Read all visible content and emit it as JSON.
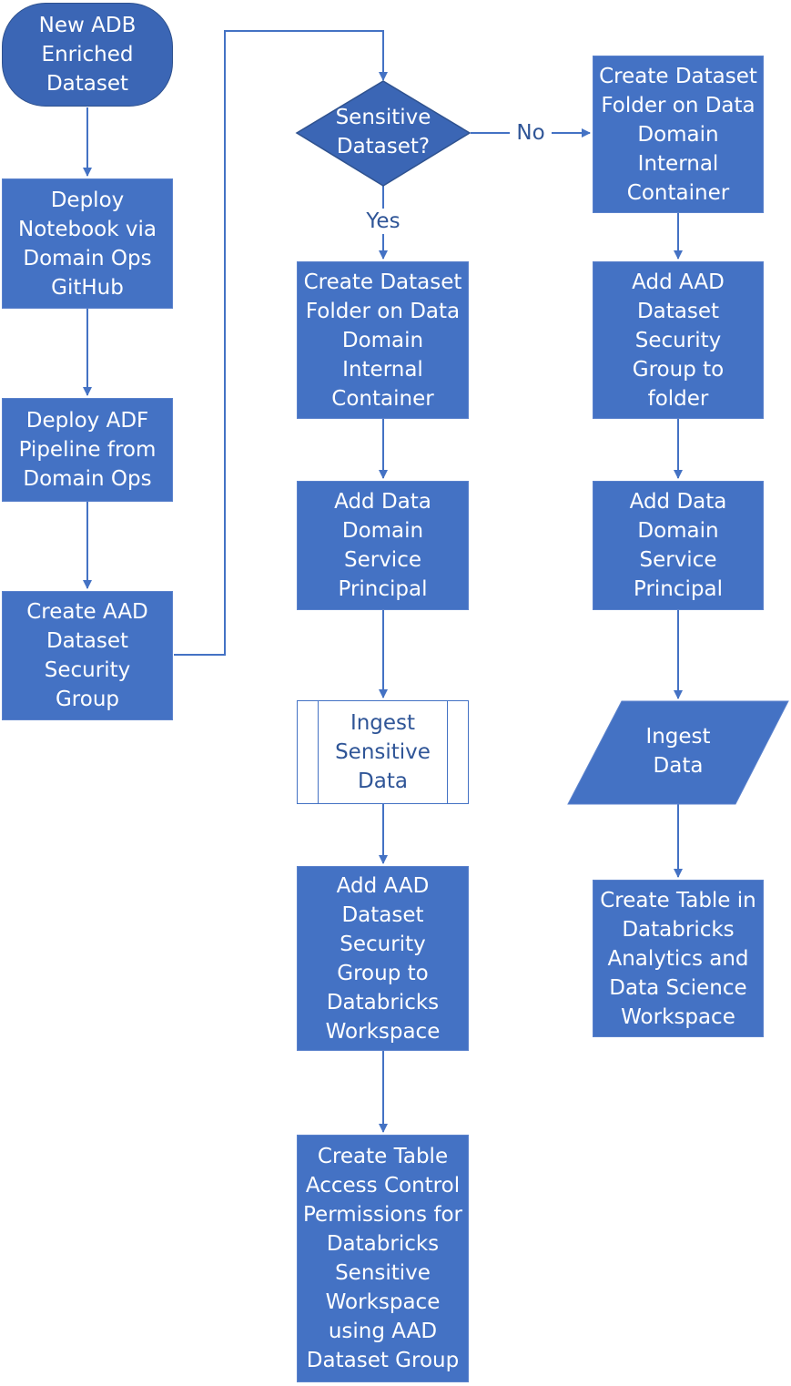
{
  "nodes": {
    "start": "New ADB Enriched Dataset",
    "deploy_notebook": "Deploy Notebook via Domain Ops GitHub",
    "deploy_adf": "Deploy ADF Pipeline from Domain Ops",
    "create_aad_group": "Create AAD Dataset Security Group",
    "decision": "Sensitive Dataset?",
    "yes_create_folder": "Create Dataset Folder on Data Domain Internal Container",
    "yes_add_principal": "Add Data Domain Service Principal",
    "yes_ingest": "Ingest Sensitive Data",
    "yes_add_group_workspace": "Add AAD Dataset Security Group to Databricks Workspace",
    "yes_create_table_acl": "Create Table Access Control Permissions for Databricks Sensitive Workspace using AAD Dataset Group",
    "no_create_folder": "Create Dataset Folder on Data Domain Internal Container",
    "no_add_group_folder": "Add AAD Dataset Security Group to folder",
    "no_add_principal": "Add Data Domain Service Principal",
    "no_ingest": "Ingest Data",
    "no_create_table": "Create Table in Databricks Analytics and Data Science Workspace"
  },
  "edge_labels": {
    "yes": "Yes",
    "no": "No"
  },
  "colors": {
    "fill": "#4472c4",
    "terminal_fill": "#3b66b5",
    "connector": "#4472c4",
    "label_text": "#2f5597"
  }
}
